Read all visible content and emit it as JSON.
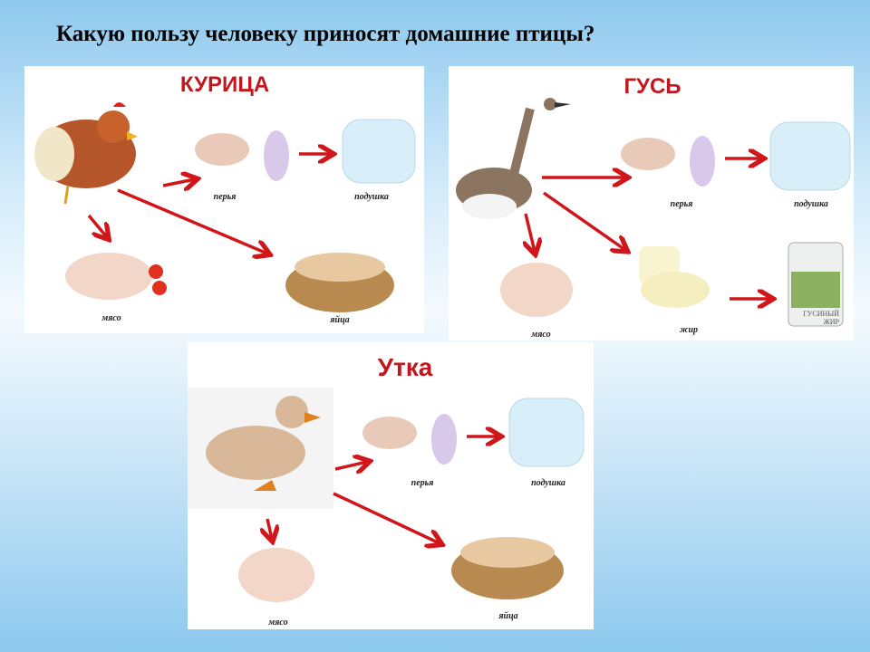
{
  "slide_title": "Какую пользу человеку приносят домашние птицы?",
  "panels": {
    "chicken": {
      "title": "КУРИЦА",
      "feathers": "перья",
      "pillow": "подушка",
      "meat": "мясо",
      "eggs": "яйца"
    },
    "goose": {
      "title": "ГУСЬ",
      "feathers": "перья",
      "pillow": "подушка",
      "meat": "мясо",
      "fat": "жир",
      "can_label": "ГУСИНЫЙ ЖИР"
    },
    "duck": {
      "title": "Утка",
      "feathers": "перья",
      "pillow": "подушка",
      "meat": "мясо",
      "eggs": "яйца"
    }
  },
  "colors": {
    "arrow": "#d0161b",
    "title_red": "#c0181e"
  }
}
